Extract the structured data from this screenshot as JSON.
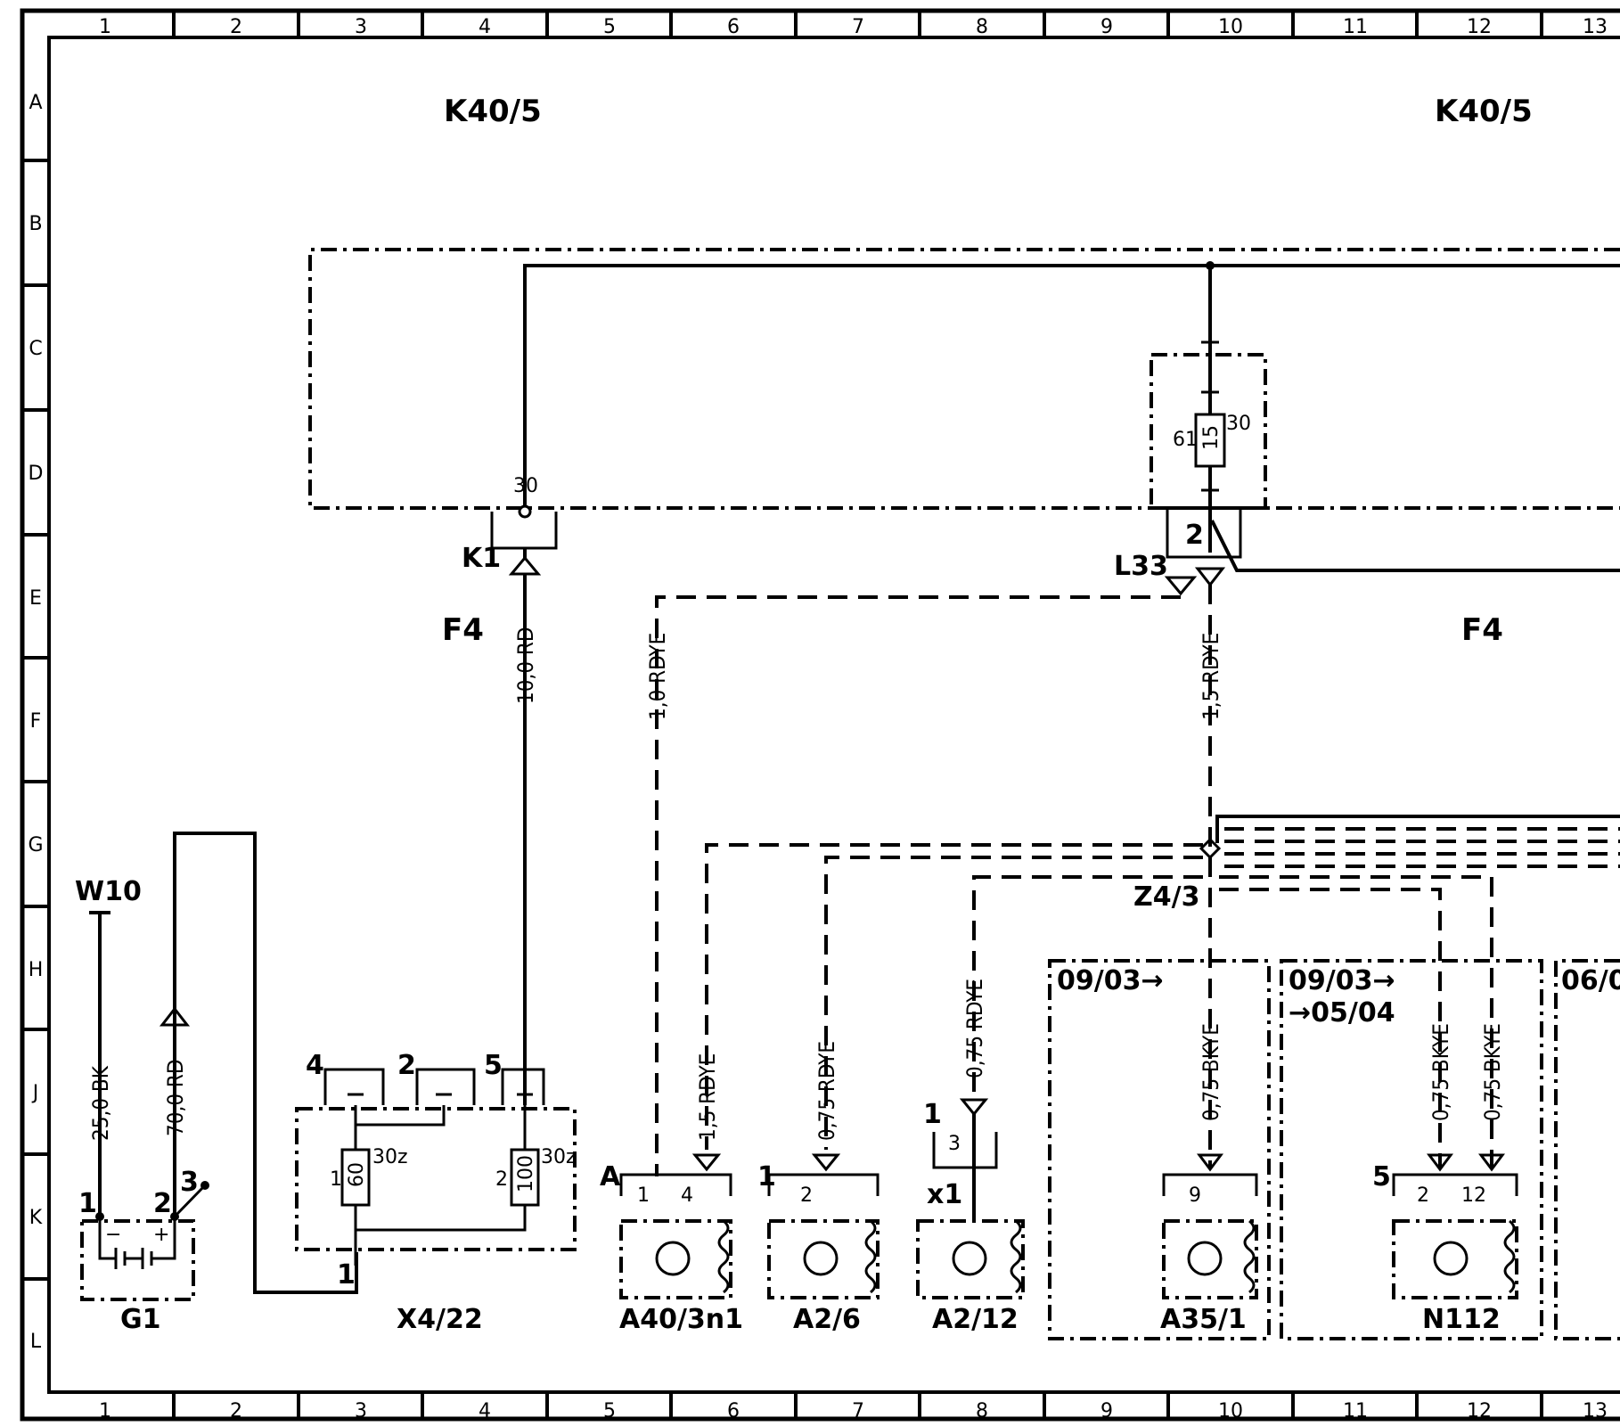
{
  "grid": {
    "columns": [
      "1",
      "2",
      "3",
      "4",
      "5",
      "6",
      "7",
      "8",
      "9",
      "10",
      "11",
      "12",
      "13"
    ],
    "rows": [
      "A",
      "B",
      "C",
      "D",
      "E",
      "F",
      "G",
      "H",
      "J",
      "K",
      "L"
    ]
  },
  "components": {
    "k40_left": "K40/5",
    "k40_right": "K40/5",
    "f4_left": "F4",
    "f4_right": "F4",
    "k1": "K1",
    "l33": "L33",
    "z4_3": "Z4/3",
    "w10": "W10",
    "g1": "G1",
    "x4_22": "X4/22",
    "a40_3n1": "A40/3n1",
    "a2_6": "A2/6",
    "a2_12": "A2/12",
    "a35_1": "A35/1",
    "n112": "N112",
    "x1": "x1"
  },
  "wires": {
    "w_10rd": "10,0 RD",
    "w_1_0rdye": "1,0 RDYE",
    "w_1_5rdye_top": "1,5 RDYE",
    "w_25bk": "25,0 BK",
    "w_70rd": "70,0 RD",
    "w_1_5rdye_a40": "1,5 RDYE",
    "w_075rdye_a26": "0,75 RDYE",
    "w_075rdye_a212": "0,75 RDYE",
    "w_075bkye_a35": "0,75 BKYE",
    "w_075bkye_n1": "0,75 BKYE",
    "w_075bkye_n2": "0,75 BKYE"
  },
  "dates": {
    "d1": "09/03→",
    "d2a": "09/03→",
    "d2b": "→05/04",
    "d3": "06/0"
  },
  "pins": {
    "p30": "30",
    "p61": "61",
    "p15": "15",
    "p30b": "30",
    "p2": "2",
    "x4p4": "4",
    "x4p2": "2",
    "x4p5": "5",
    "x4p1a": "1",
    "x4p60": "60",
    "x4p30z1": "30z",
    "x4p2b": "2",
    "x4p100": "100",
    "x4p30z2": "30z",
    "x4p1b": "1",
    "g1p1": "1",
    "g1p2": "2",
    "g1p3": "3",
    "g1m": "−",
    "g1p": "+",
    "a40A": "A",
    "a40p1": "1",
    "a40p4": "4",
    "a26p1": "1",
    "a26p2": "2",
    "a212p1": "1",
    "a212p3": "3",
    "a35p9": "9",
    "n112p5": "5",
    "n112p2": "2",
    "n112p12": "12"
  }
}
